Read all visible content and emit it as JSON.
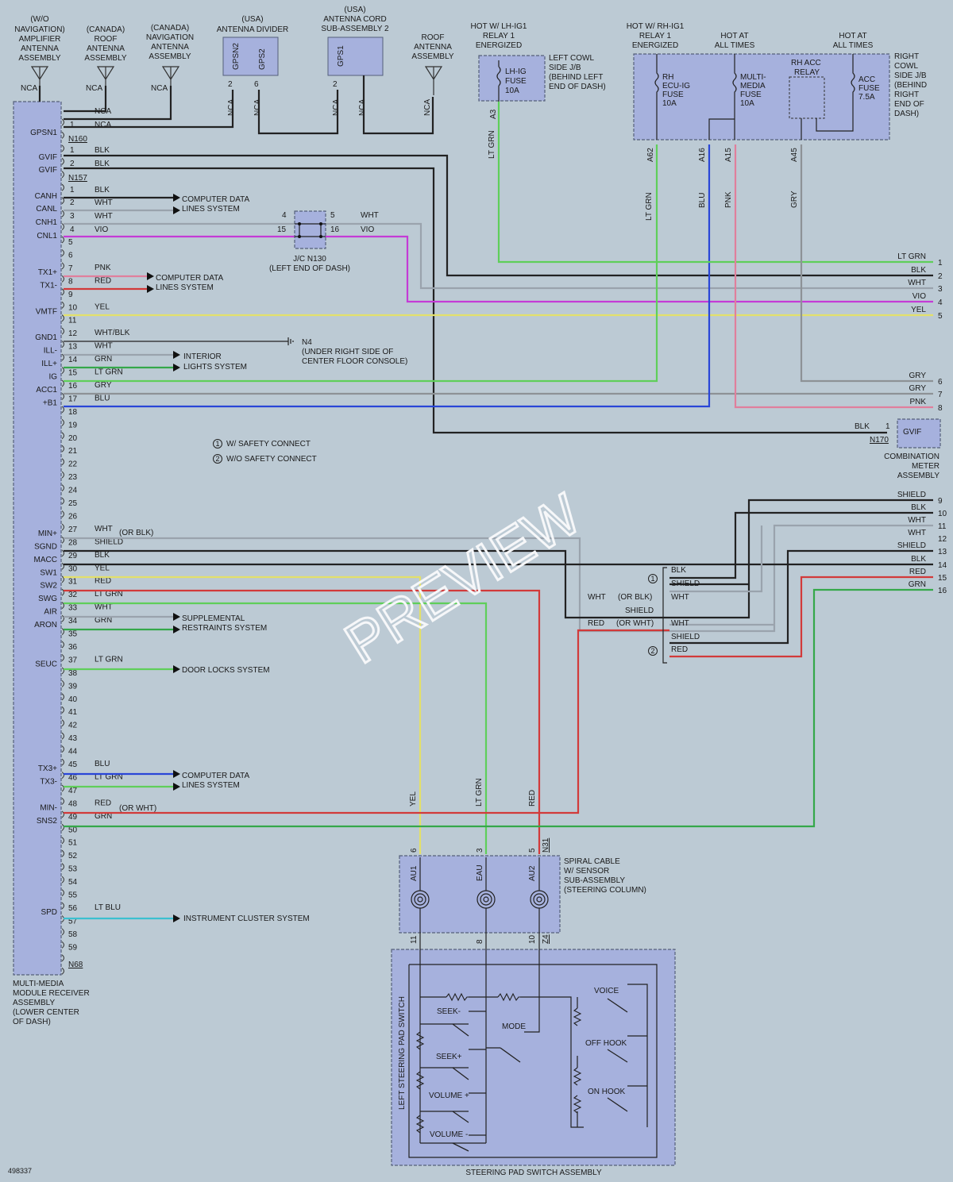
{
  "top_components": {
    "wo_nav_amp": [
      "(W/O",
      "NAVIGATION)",
      "AMPLIFIER",
      "ANTENNA",
      "ASSEMBLY"
    ],
    "canada_roof": [
      "(CANADA)",
      "ROOF",
      "ANTENNA",
      "ASSEMBLY"
    ],
    "canada_nav": [
      "(CANADA)",
      "NAVIGATION",
      "ANTENNA",
      "ASSEMBLY"
    ],
    "usa_divider": [
      "(USA)",
      "ANTENNA DIVIDER"
    ],
    "usa_cord": [
      "(USA)",
      "ANTENNA CORD",
      "SUB-ASSEMBLY 2"
    ],
    "roof_antenna": [
      "ROOF",
      "ANTENNA",
      "ASSEMBLY"
    ],
    "lh_relay": [
      "HOT W/ LH-IG1",
      "RELAY 1",
      "ENERGIZED"
    ],
    "rh_relay": [
      "HOT W/ RH-IG1",
      "RELAY 1",
      "ENERGIZED"
    ],
    "hot_all_1": [
      "HOT AT",
      "ALL TIMES"
    ],
    "hot_all_2": [
      "HOT AT",
      "ALL TIMES"
    ]
  },
  "nca": "NCA",
  "divider_pins": [
    "GPSN2",
    "GPS2",
    "2",
    "6"
  ],
  "cord_pins": [
    "GPS1",
    "2"
  ],
  "lh_fuse": [
    "LH-IG",
    "FUSE",
    "10A"
  ],
  "left_cowl": [
    "LEFT COWL",
    "SIDE J/B",
    "(BEHIND LEFT",
    "END OF DASH)"
  ],
  "rh_fuses": {
    "ecu": [
      "RH",
      "ECU-IG",
      "FUSE",
      "10A"
    ],
    "mm": [
      "MULTI-",
      "MEDIA",
      "FUSE",
      "10A"
    ],
    "relay": [
      "RH ACC",
      "RELAY"
    ],
    "acc": [
      "ACC",
      "FUSE",
      "7.5A"
    ]
  },
  "right_cowl": [
    "RIGHT",
    "COWL",
    "SIDE J/B",
    "(BEHIND",
    "RIGHT",
    "END OF",
    "DASH)"
  ],
  "jb_pins": [
    "A3",
    "A62",
    "A16",
    "A15",
    "A45"
  ],
  "vertical_wire_labels": [
    "LT GRN",
    "LT GRN",
    "BLU",
    "PNK",
    "GRY"
  ],
  "receiver": {
    "connectors": [
      "N160",
      "N157",
      "N68"
    ],
    "label": [
      "MULTI-MEDIA",
      "MODULE RECEIVER",
      "ASSEMBLY",
      "(LOWER CENTER",
      "OF DASH)"
    ],
    "signals": [
      {
        "pin": "1",
        "name": "GPSN1",
        "wire": "NCA"
      },
      {
        "pin": "1",
        "name": "GVIF",
        "wire": "BLK"
      },
      {
        "pin": "2",
        "name": "GVIF",
        "wire": "BLK"
      },
      {
        "pin": "1",
        "name": "CANH",
        "wire": "BLK"
      },
      {
        "pin": "2",
        "name": "CANL",
        "wire": "WHT"
      },
      {
        "pin": "3",
        "name": "CNH1",
        "wire": "WHT"
      },
      {
        "pin": "4",
        "name": "CNL1",
        "wire": "VIO"
      }
    ],
    "pins_n68": [
      {
        "pin": "5",
        "name": "",
        "wire": ""
      },
      {
        "pin": "6",
        "name": "",
        "wire": ""
      },
      {
        "pin": "7",
        "name": "TX1+",
        "wire": "PNK"
      },
      {
        "pin": "8",
        "name": "TX1-",
        "wire": "RED"
      },
      {
        "pin": "9",
        "name": "",
        "wire": ""
      },
      {
        "pin": "10",
        "name": "VMTF",
        "wire": "YEL"
      },
      {
        "pin": "11",
        "name": "",
        "wire": ""
      },
      {
        "pin": "12",
        "name": "GND1",
        "wire": "WHT/BLK"
      },
      {
        "pin": "13",
        "name": "ILL-",
        "wire": "WHT"
      },
      {
        "pin": "14",
        "name": "ILL+",
        "wire": "GRN"
      },
      {
        "pin": "15",
        "name": "IG",
        "wire": "LT GRN"
      },
      {
        "pin": "16",
        "name": "ACC1",
        "wire": "GRY"
      },
      {
        "pin": "17",
        "name": "+B1",
        "wire": "BLU"
      },
      {
        "pin": "18",
        "name": "",
        "wire": ""
      },
      {
        "pin": "19",
        "name": "",
        "wire": ""
      },
      {
        "pin": "20",
        "name": "",
        "wire": ""
      },
      {
        "pin": "21",
        "name": "",
        "wire": ""
      },
      {
        "pin": "22",
        "name": "",
        "wire": ""
      },
      {
        "pin": "23",
        "name": "",
        "wire": ""
      },
      {
        "pin": "24",
        "name": "",
        "wire": ""
      },
      {
        "pin": "25",
        "name": "",
        "wire": ""
      },
      {
        "pin": "26",
        "name": "",
        "wire": ""
      },
      {
        "pin": "27",
        "name": "MIN+",
        "wire": "WHT"
      },
      {
        "pin": "28",
        "name": "SGND",
        "wire": "SHIELD"
      },
      {
        "pin": "29",
        "name": "MACC",
        "wire": "BLK"
      },
      {
        "pin": "30",
        "name": "SW1",
        "wire": "YEL"
      },
      {
        "pin": "31",
        "name": "SW2",
        "wire": "RED"
      },
      {
        "pin": "32",
        "name": "SWG",
        "wire": "LT GRN"
      },
      {
        "pin": "33",
        "name": "AIR",
        "wire": "WHT"
      },
      {
        "pin": "34",
        "name": "ARON",
        "wire": "GRN"
      },
      {
        "pin": "35",
        "name": "",
        "wire": ""
      },
      {
        "pin": "36",
        "name": "",
        "wire": ""
      },
      {
        "pin": "37",
        "name": "SEUC",
        "wire": "LT GRN"
      },
      {
        "pin": "38",
        "name": "",
        "wire": ""
      },
      {
        "pin": "39",
        "name": "",
        "wire": ""
      },
      {
        "pin": "40",
        "name": "",
        "wire": ""
      },
      {
        "pin": "41",
        "name": "",
        "wire": ""
      },
      {
        "pin": "42",
        "name": "",
        "wire": ""
      },
      {
        "pin": "43",
        "name": "",
        "wire": ""
      },
      {
        "pin": "44",
        "name": "",
        "wire": ""
      },
      {
        "pin": "45",
        "name": "TX3+",
        "wire": "BLU"
      },
      {
        "pin": "46",
        "name": "TX3-",
        "wire": "LT GRN"
      },
      {
        "pin": "47",
        "name": "",
        "wire": ""
      },
      {
        "pin": "48",
        "name": "MIN-",
        "wire": "RED"
      },
      {
        "pin": "49",
        "name": "SNS2",
        "wire": "GRN"
      },
      {
        "pin": "50",
        "name": "",
        "wire": ""
      },
      {
        "pin": "51",
        "name": "",
        "wire": ""
      },
      {
        "pin": "52",
        "name": "",
        "wire": ""
      },
      {
        "pin": "53",
        "name": "",
        "wire": ""
      },
      {
        "pin": "54",
        "name": "",
        "wire": ""
      },
      {
        "pin": "55",
        "name": "",
        "wire": ""
      },
      {
        "pin": "56",
        "name": "SPD",
        "wire": "LT BLU"
      },
      {
        "pin": "57",
        "name": "",
        "wire": ""
      },
      {
        "pin": "58",
        "name": "",
        "wire": ""
      },
      {
        "pin": "59",
        "name": "",
        "wire": ""
      }
    ],
    "or_blk": "(OR BLK)",
    "or_wht": "(OR WHT)"
  },
  "systems": {
    "computer_data": [
      "COMPUTER DATA",
      "LINES SYSTEM"
    ],
    "interior": [
      "INTERIOR",
      "LIGHTS SYSTEM"
    ],
    "srs": [
      "SUPPLEMENTAL",
      "RESTRAINTS SYSTEM"
    ],
    "door": "DOOR LOCKS SYSTEM",
    "cluster": "INSTRUMENT CLUSTER SYSTEM"
  },
  "jc": {
    "pins": [
      "4",
      "5",
      "15",
      "16"
    ],
    "wires": [
      "WHT",
      "VIO"
    ],
    "label": [
      "J/C N130",
      "(LEFT END OF DASH)"
    ]
  },
  "ground": [
    "N4",
    "(UNDER RIGHT SIDE OF",
    "CENTER FLOOR CONSOLE)"
  ],
  "legend": [
    "W/ SAFETY CONNECT",
    "W/O SAFETY CONNECT"
  ],
  "legend_marks": [
    "1",
    "2"
  ],
  "right_outputs": [
    {
      "n": "1",
      "w": "LT GRN"
    },
    {
      "n": "2",
      "w": "BLK"
    },
    {
      "n": "3",
      "w": "WHT"
    },
    {
      "n": "4",
      "w": "VIO"
    },
    {
      "n": "5",
      "w": "YEL"
    },
    {
      "n": "6",
      "w": "GRY"
    },
    {
      "n": "7",
      "w": "GRY"
    },
    {
      "n": "8",
      "w": "PNK"
    },
    {
      "n": "9",
      "w": "SHIELD"
    },
    {
      "n": "10",
      "w": "BLK"
    },
    {
      "n": "11",
      "w": "WHT"
    },
    {
      "n": "12",
      "w": "WHT"
    },
    {
      "n": "13",
      "w": "SHIELD"
    },
    {
      "n": "14",
      "w": "BLK"
    },
    {
      "n": "15",
      "w": "RED"
    },
    {
      "n": "16",
      "w": "GRN"
    }
  ],
  "combo_meter": {
    "pin": "1",
    "wire": "BLK",
    "name": "GVIF",
    "conn": "N170",
    "label": [
      "COMBINATION",
      "METER",
      "ASSEMBLY"
    ]
  },
  "bracket": {
    "wire_labels_1": [
      "BLK",
      "SHIELD",
      "WHT"
    ],
    "wire_labels_2": [
      "WHT",
      "SHIELD",
      "RED"
    ],
    "left_labels": [
      "WHT",
      "SHIELD",
      "RED"
    ]
  },
  "spiral": {
    "pins_top": [
      "6",
      "3",
      "5",
      "N31"
    ],
    "names": [
      "AU1",
      "EAU",
      "AU2"
    ],
    "pins_bottom": [
      "11",
      "8",
      "10",
      "Z4"
    ],
    "wires": [
      "YEL",
      "LT GRN",
      "RED"
    ],
    "label": [
      "SPIRAL CABLE",
      "W/ SENSOR",
      "SUB-ASSEMBLY",
      "(STEERING COLUMN)"
    ]
  },
  "pad": {
    "left_label": "LEFT STEERING PAD SWITCH",
    "switches": [
      "SEEK-",
      "SEEK+",
      "VOLUME +",
      "VOLUME -",
      "MODE",
      "VOICE",
      "OFF HOOK",
      "ON HOOK"
    ],
    "label": "STEERING PAD SWITCH ASSEMBLY"
  },
  "doc_id": "498337",
  "watermark": "PREVIEW",
  "colors": {
    "background": "#bccad4",
    "component": "#a6b1dd",
    "blk": "#222222",
    "wht": "#9aa3ad",
    "vio": "#c43bd6",
    "yel": "#e3e06a",
    "pnk": "#e07f9c",
    "red": "#d23a3a",
    "grn": "#35a84a",
    "lt_grn": "#5fcf5a",
    "blu": "#2946d8",
    "gry": "#8d9296",
    "lt_blu": "#3bc0cf"
  }
}
